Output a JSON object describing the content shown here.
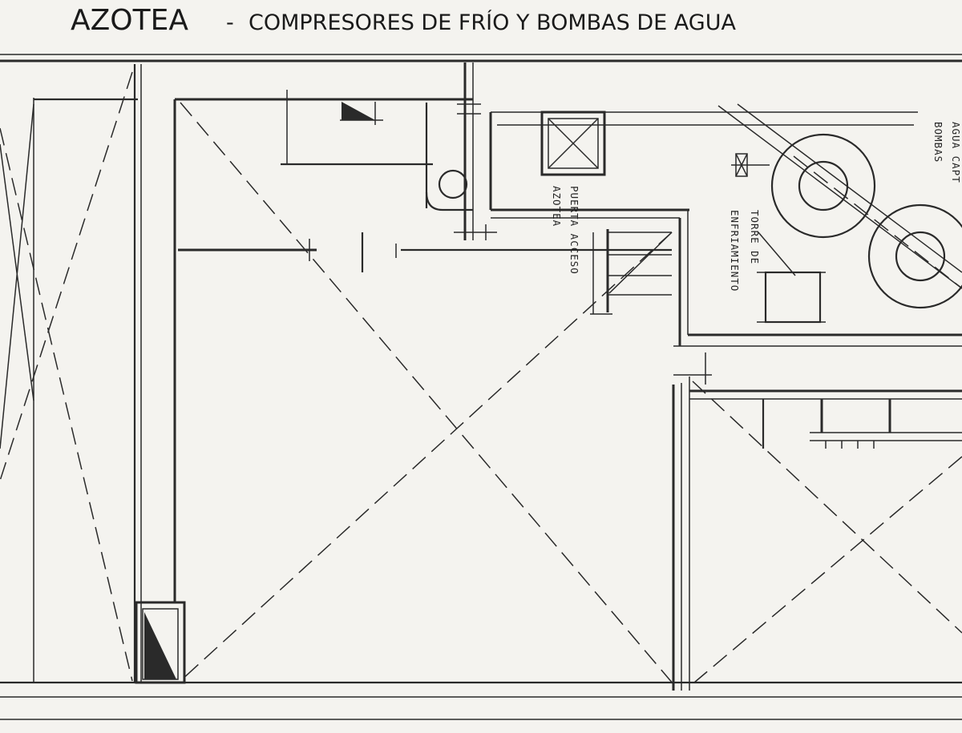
{
  "title": {
    "main": "AZOTEA",
    "separator": "-",
    "sub": "COMPRESORES DE FRÍO Y BOMBAS DE AGUA"
  },
  "labels": {
    "access_hatch": "PUERTA  ACCESO",
    "access_hatch_line2": "AZOTEA",
    "cooling_tower": "TORRE DE",
    "cooling_tower_line2": "ENFRIAMIENTO",
    "water_pumps": "AGUA  CAPT",
    "water_pumps_line2": "BOMBAS"
  }
}
